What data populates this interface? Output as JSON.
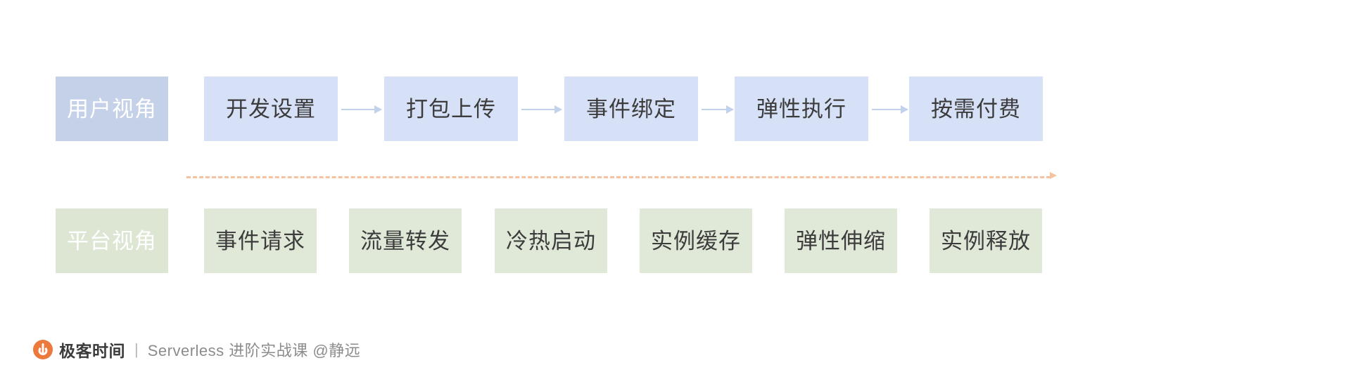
{
  "diagram": {
    "colors": {
      "user_row_fill": "#d6e0f7",
      "user_legend_fill": "#c5d1e8",
      "platform_row_fill": "#e0e9d8",
      "platform_legend_fill": "#dde6d3",
      "arrow": "#c2d2ec",
      "divider": "#f6c3a0",
      "text": "#3c3c3c",
      "brand_orange": "#eb7a3c"
    },
    "rows": [
      {
        "id": "user-perspective",
        "legend": "用户视角",
        "steps": [
          {
            "label": "开发设置"
          },
          {
            "label": "打包上传"
          },
          {
            "label": "事件绑定"
          },
          {
            "label": "弹性执行"
          },
          {
            "label": "按需付费"
          }
        ]
      },
      {
        "id": "platform-perspective",
        "legend": "平台视角",
        "steps": [
          {
            "label": "事件请求"
          },
          {
            "label": "流量转发"
          },
          {
            "label": "冷热启动"
          },
          {
            "label": "实例缓存"
          },
          {
            "label": "弹性伸缩"
          },
          {
            "label": "实例释放"
          }
        ]
      }
    ]
  },
  "footer": {
    "brand": "极客时间",
    "separator": "|",
    "subtitle": "Serverless 进阶实战课 @静远"
  }
}
